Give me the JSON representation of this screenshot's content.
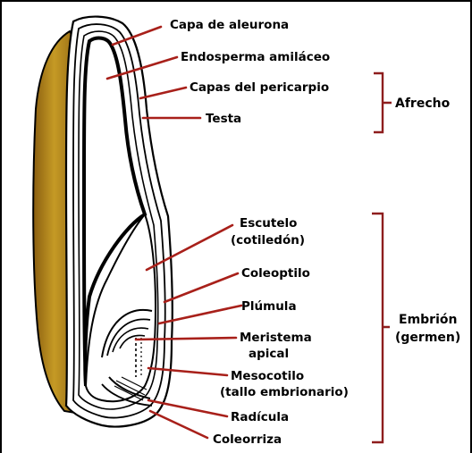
{
  "labels": {
    "aleurona": "Capa de aleurona",
    "endosperma": "Endosperma amiláceo",
    "pericarpio": "Capas del pericarpio",
    "testa": "Testa",
    "escutelo": "Escutelo",
    "cotiledon": "(cotiledón)",
    "coleoptilo": "Coleoptilo",
    "plumula": "Plúmula",
    "meristema": "Meristema",
    "apical": "apical",
    "mesocotilo": "Mesocotilo",
    "tallo": "(tallo embrionario)",
    "radicula": "Radícula",
    "coleorriza": "Coleorriza"
  },
  "groups": {
    "afrecho": "Afrecho",
    "embrion": "Embrión",
    "germen": "(germen)"
  },
  "colors": {
    "leader": "#a8201a",
    "brace": "#8e1d1d",
    "pericarp_fill": "#b8891c",
    "outline": "#000000"
  }
}
